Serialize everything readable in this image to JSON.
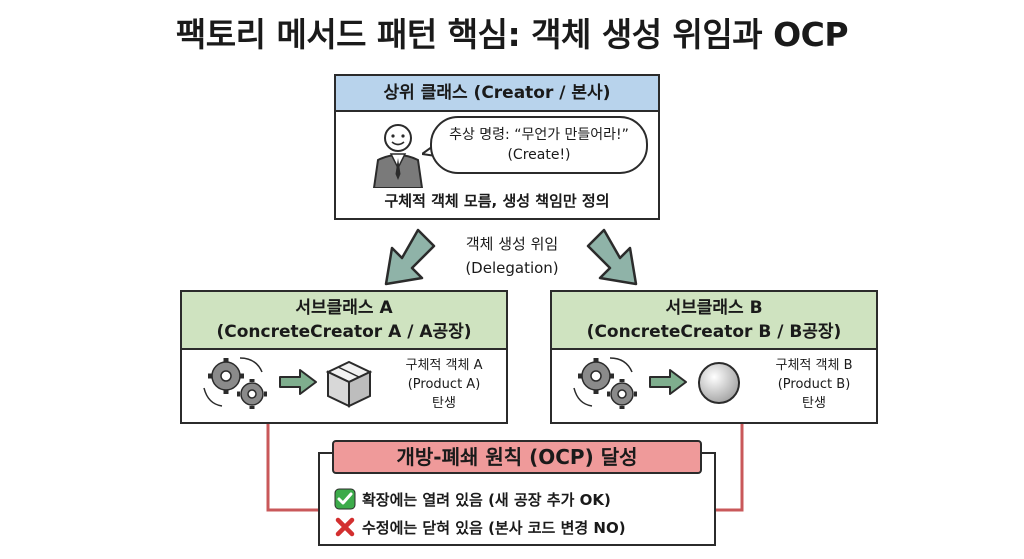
{
  "title": "팩토리 메서드 패턴 핵심: 객체 생성 위임과 OCP",
  "creator": {
    "header": "상위 클래스 (Creator / 본사)",
    "bubble_line1": "추상 명령: “무언가 만들어라!”",
    "bubble_line2": "(Create!)",
    "footer": "구체적 객체 모름, 생성 책임만 정의"
  },
  "delegation": {
    "line1": "객체 생성 위임",
    "line2": "(Delegation)"
  },
  "sub_a": {
    "header_line1": "서브클래스 A",
    "header_line2": "(ConcreteCreator A / A공장)",
    "product_line1": "구체적 객체 A",
    "product_line2": "(Product A)",
    "product_line3": "탄생"
  },
  "sub_b": {
    "header_line1": "서브클래스 B",
    "header_line2": "(ConcreteCreator B / B공장)",
    "product_line1": "구체적 객체 B",
    "product_line2": "(Product B)",
    "product_line3": "탄생"
  },
  "ocp": {
    "header": "개방-폐쇄 원칙 (OCP) 달성",
    "open_line": "확장에는 열려 있음 (새 공장 추가 OK)",
    "closed_line": "수정에는 닫혀 있음 (본사 코드 변경 NO)"
  },
  "colors": {
    "creator_header": "#b8d3ec",
    "sub_header": "#cfe3c0",
    "ocp_header": "#ef9a9a",
    "arrow_fill": "#8fb3a8",
    "connector": "#c9585a"
  },
  "icons": [
    "businessman-icon",
    "gears-icon",
    "right-arrow-icon",
    "box-icon",
    "sphere-icon",
    "check-icon",
    "cross-icon",
    "down-arrow-icon"
  ]
}
